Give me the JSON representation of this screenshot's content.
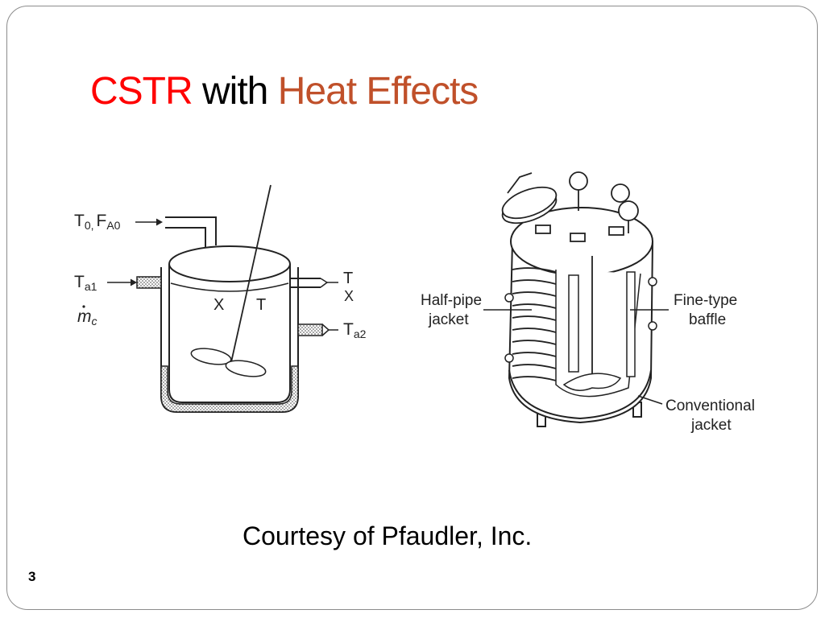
{
  "slide": {
    "title_part1": "CSTR",
    "title_part2": " with ",
    "title_part3": "Heat Effects",
    "credit": "Courtesy of Pfaudler, Inc.",
    "page_number": "3",
    "colors": {
      "title_red": "#ff0000",
      "title_orange": "#c0502a"
    }
  },
  "schematic": {
    "label_feed_T": "T",
    "label_feed_T_sub": "0,",
    "label_feed_F": "F",
    "label_feed_F_sub": "A0",
    "label_coolant_in_T": "T",
    "label_coolant_in_sub": "a1",
    "label_mass_flow": "m",
    "label_mass_flow_sub": "c",
    "label_X_inside": "X",
    "label_T_inside": "T",
    "label_out_T": "T",
    "label_out_X": "X",
    "label_coolant_out_T": "T",
    "label_coolant_out_sub": "a2"
  },
  "vessel": {
    "label_half_pipe": [
      "Half-pipe",
      "jacket"
    ],
    "label_fine_baffle": [
      "Fine-type",
      "baffle"
    ],
    "label_conventional": [
      "Conventional",
      "jacket"
    ]
  }
}
